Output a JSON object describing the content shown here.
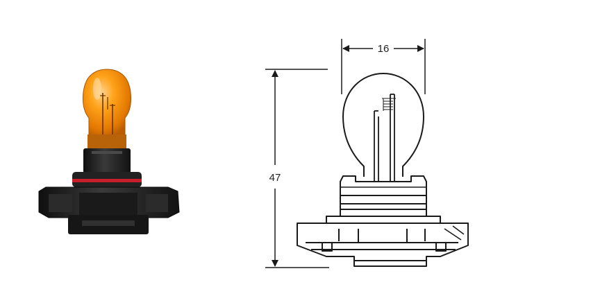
{
  "dimensions": {
    "width_label": "16",
    "height_label": "47"
  },
  "colors": {
    "bulb_amber": "#f08a00",
    "bulb_amber_light": "#ffb54a",
    "base_black": "#1e1e1e",
    "seal_ring": "#c8202a",
    "line": "#1a1a1a"
  },
  "icons": {
    "photo": "amber-bulb-photo",
    "drawing": "bulb-technical-drawing"
  }
}
